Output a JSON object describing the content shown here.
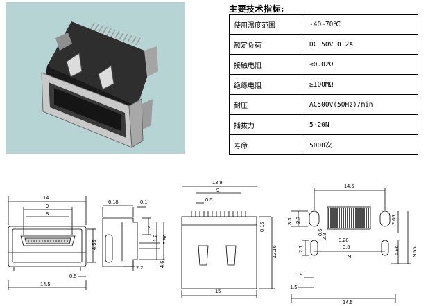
{
  "spec": {
    "title": "主要技术指标:",
    "rows": [
      {
        "label": "使用温度范围",
        "value": "-40~70℃"
      },
      {
        "label": "额定负荷",
        "value": "DC 50V 0.2A"
      },
      {
        "label": "接触电阻",
        "value": "≤0.02Ω"
      },
      {
        "label": "绝缘电阻",
        "value": "≥100MΩ"
      },
      {
        "label": "耐压",
        "value": "AC500V(50Hz)/min"
      },
      {
        "label": "插拔力",
        "value": "5-20N"
      },
      {
        "label": "寿命",
        "value": "5000次"
      }
    ]
  },
  "drawing": {
    "front": {
      "d14": "14",
      "d9": "9",
      "d8": "8",
      "d455": "4.55",
      "d05": "0.5",
      "d145": "14.5"
    },
    "side": {
      "d618": "6.18",
      "d01": "0.1",
      "d2": "2",
      "d12": "1.2",
      "d596": "5.96",
      "d46": "4.6",
      "d22": "2.2"
    },
    "top": {
      "d139": "13.9",
      "d9": "9",
      "d05": "0.5",
      "d015": "0.15",
      "d1216": "12.16",
      "d15": "15"
    },
    "footprint": {
      "d145": "14.5",
      "d33": "3.3",
      "d27": "2.7",
      "d06": "0.6",
      "d28": "2.8",
      "d206": "2.06",
      "d028": "0.28",
      "d05": "0.5",
      "d9": "9",
      "d596": "5.96",
      "d955": "9.55",
      "d21": "2.1",
      "d09": "0.9",
      "d15": "1.5",
      "d145b": "14.5"
    }
  }
}
